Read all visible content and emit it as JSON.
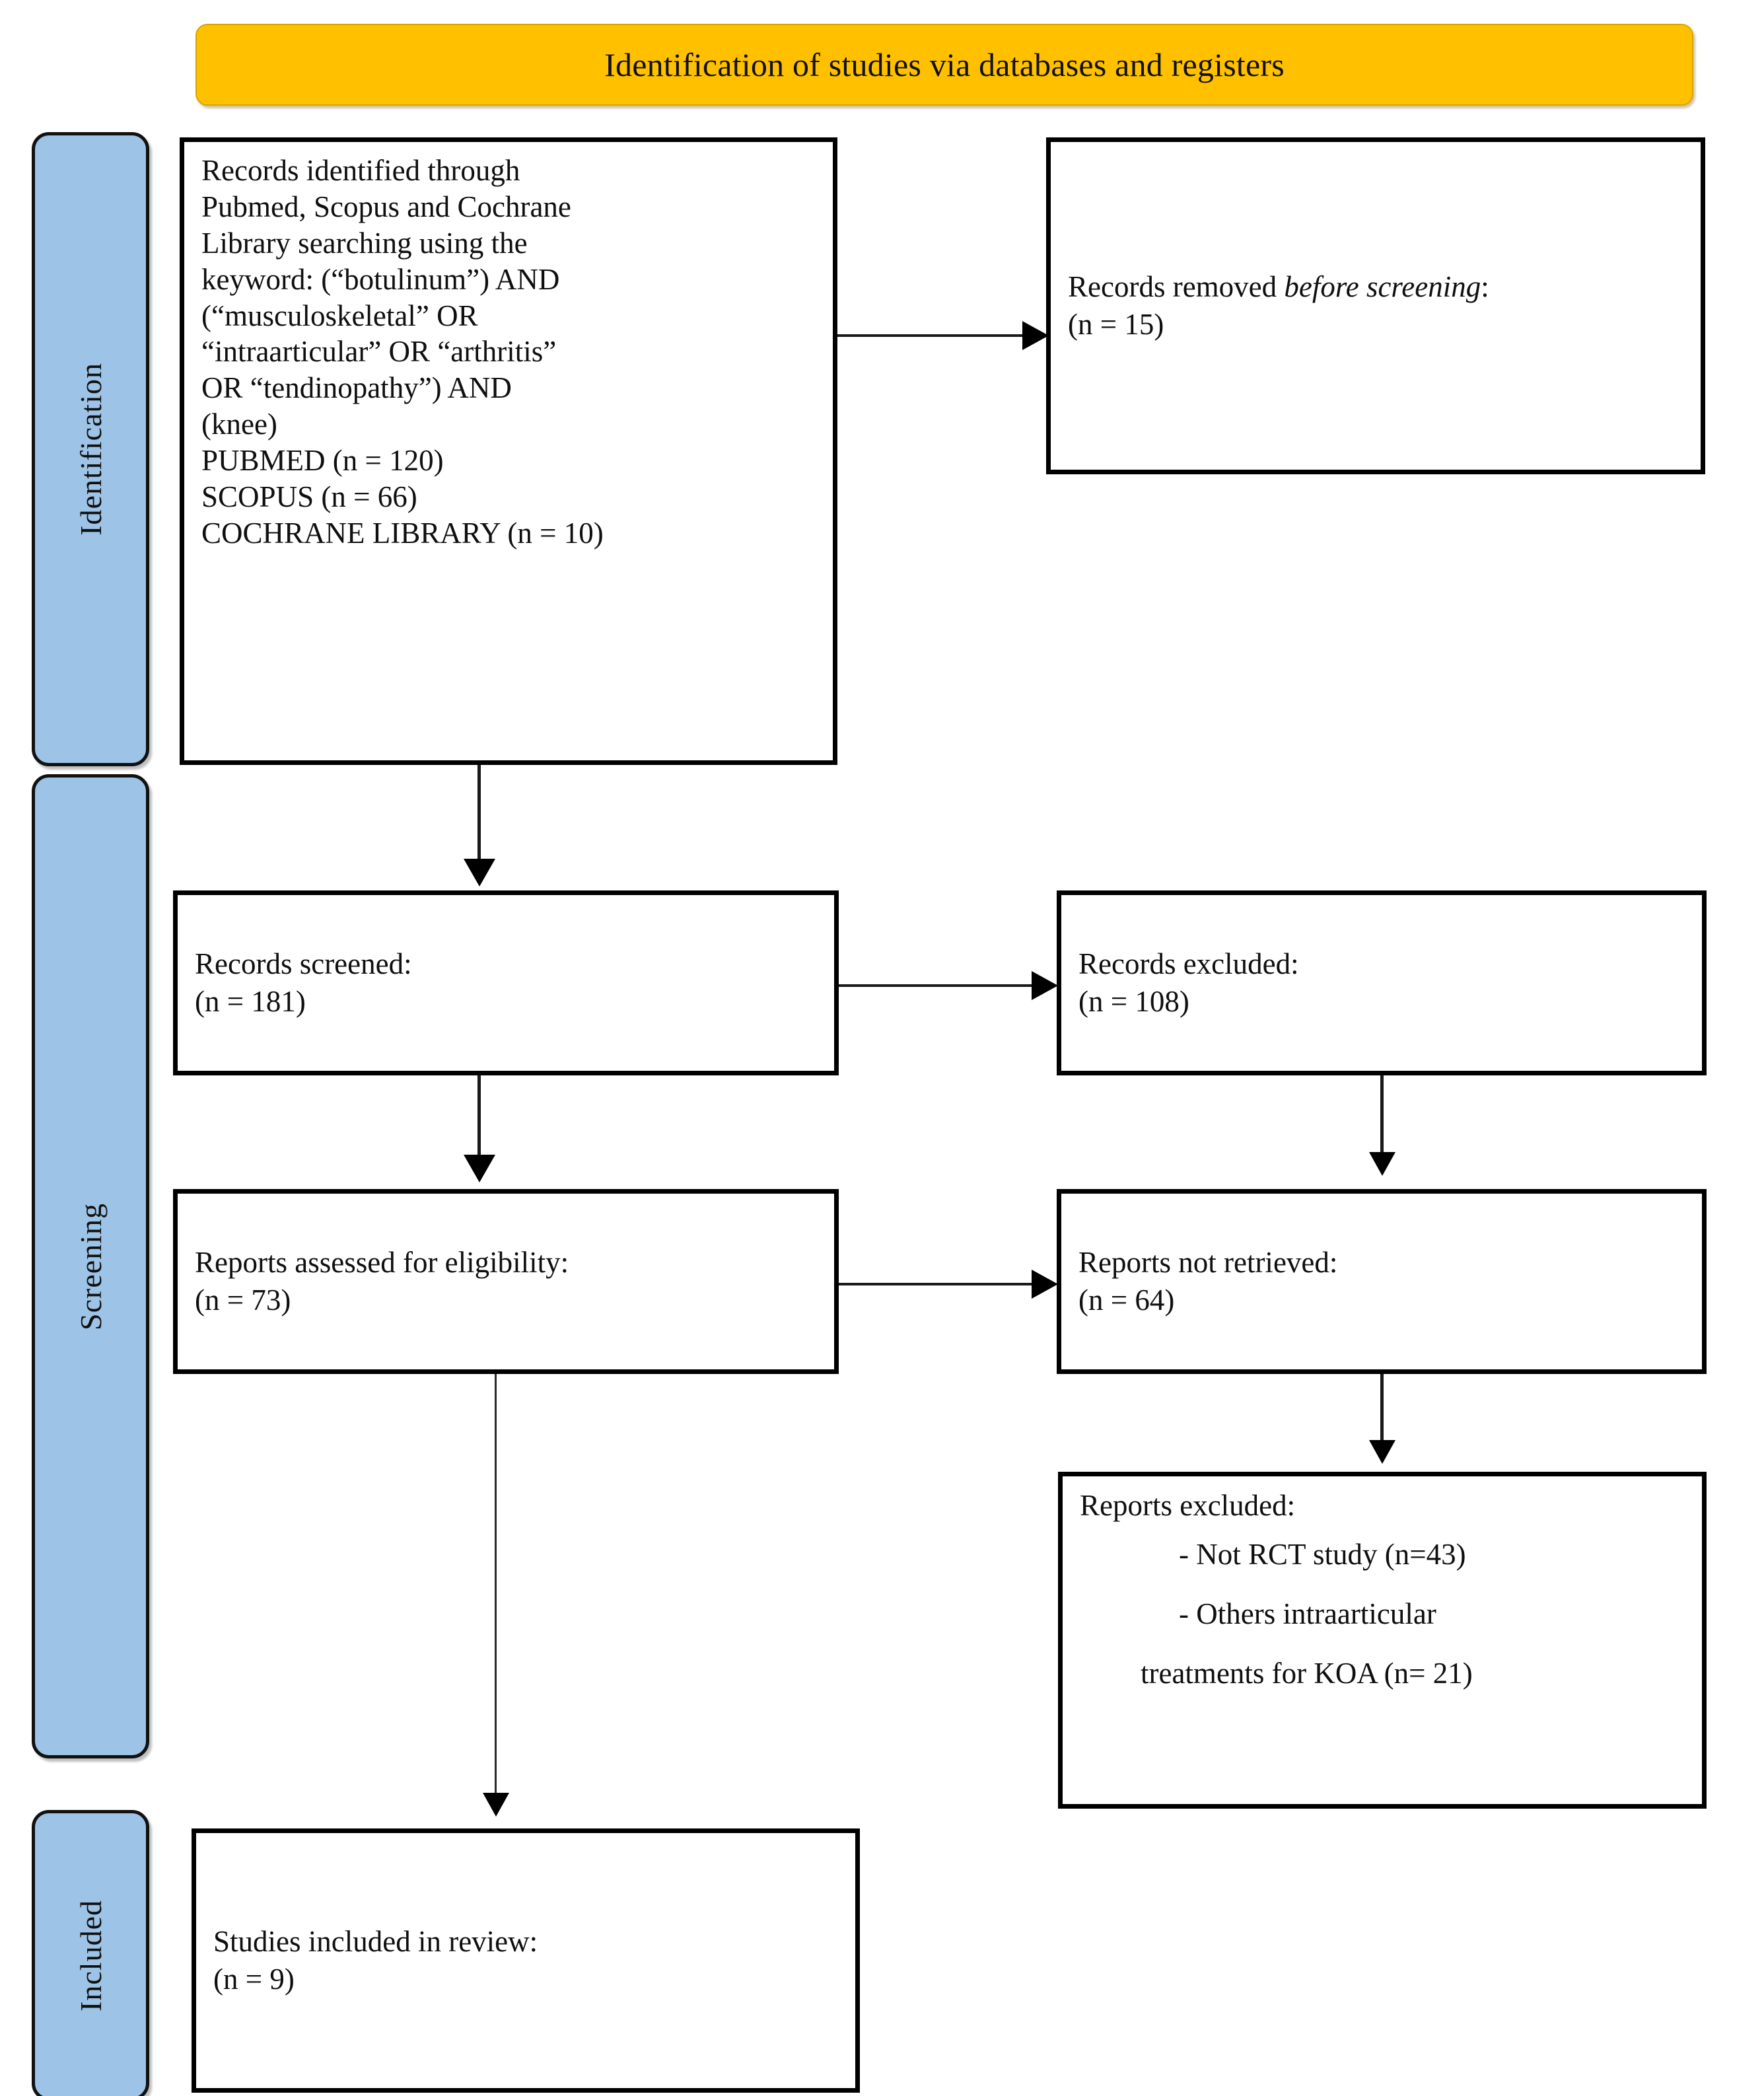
{
  "diagram": {
    "title": "Identification of studies via databases and registers",
    "accent_header_color": "#FFC000",
    "stage_pill_color": "#9DC3E6",
    "stages": [
      {
        "label": "Identification"
      },
      {
        "label": "Screening"
      },
      {
        "label": "Included"
      }
    ],
    "boxes": {
      "identified": {
        "name": "records-identified",
        "line1": "Records identified through",
        "line2": "Pubmed, Scopus and Cochrane",
        "line3": "Library searching using the",
        "line4": "keyword: (“botulinum”) AND",
        "line5": "(“musculoskeletal” OR",
        "line6": "“intraarticular” OR “arthritis”",
        "line7": "OR “tendinopathy”) AND",
        "line8": "(knee)",
        "line9": "PUBMED (n = 120)",
        "line10": "SCOPUS (n = 66)",
        "line11": "COCHRANE LIBRARY (n = 10)"
      },
      "removed": {
        "name": "records-removed-before-screening",
        "label_prefix": "Records removed ",
        "label_italic": "before screening",
        "label_suffix": ":",
        "count": "(n = 15)"
      },
      "screened": {
        "name": "records-screened",
        "label": "Records screened:",
        "count": "(n = 181)"
      },
      "excluded": {
        "name": "records-excluded",
        "label": "Records excluded:",
        "count": "(n = 108)"
      },
      "assessed": {
        "name": "reports-assessed-for-eligibility",
        "label": "Reports assessed for eligibility:",
        "count": "(n = 73)"
      },
      "not_retrieved": {
        "name": "reports-not-retrieved",
        "label": "Reports not retrieved:",
        "count": "(n = 64)"
      },
      "reports_excluded": {
        "name": "reports-excluded",
        "label": "Reports excluded:",
        "item1": "- Not RCT study (n=43)",
        "item2": "- Others intraarticular",
        "item2_cont": "treatments for KOA (n= 21)"
      },
      "included": {
        "name": "studies-included-in-review",
        "label": "Studies included in review:",
        "count": "(n = 9)"
      }
    }
  }
}
